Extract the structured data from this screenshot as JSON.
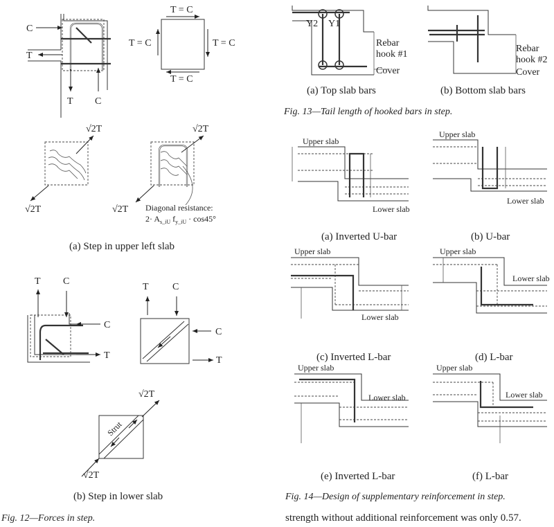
{
  "fig12": {
    "caption": "Fig. 12—Forces in step.",
    "a": {
      "label_C_left": "C",
      "label_T_left": "T",
      "label_T_bottom": "T",
      "label_C_bottom": "C",
      "top_TC": "T = C",
      "left_TC": "T = C",
      "right_TC": "T = C",
      "bottom_TC": "T = C",
      "sqrt2T": "√2T",
      "diag_resistance": "Diagonal resistance:",
      "diag_formula": "2· A",
      "caption": "(a) Step in upper left slab"
    },
    "b": {
      "T": "T",
      "C": "C",
      "strut": "Strut",
      "sqrt2T": "√2T",
      "caption": "(b) Step in lower slab"
    }
  },
  "fig13": {
    "y2": "Y2",
    "y1": "Y1",
    "rebar_hook1": [
      "Rebar",
      "hook #1"
    ],
    "rebar_hook2": [
      "Rebar",
      "hook #2"
    ],
    "cover": "Cover",
    "caption_a": "(a) Top slab bars",
    "caption_b": "(b) Bottom slab bars",
    "caption": "Fig. 13—Tail length of hooked bars in step."
  },
  "fig14": {
    "upper_slab": "Upper slab",
    "lower_slab": "Lower slab",
    "panels": [
      {
        "caption": "(a) Inverted U-bar"
      },
      {
        "caption": "(b) U-bar"
      },
      {
        "caption": "(c) Inverted L-bar"
      },
      {
        "caption": "(d) L-bar"
      },
      {
        "caption": "(e) Inverted L-bar"
      },
      {
        "caption": "(f) L-bar"
      }
    ],
    "caption": "Fig. 14—Design of supplementary reinforcement in step."
  },
  "body_text": "strength without additional reinforcement was only 0.57."
}
